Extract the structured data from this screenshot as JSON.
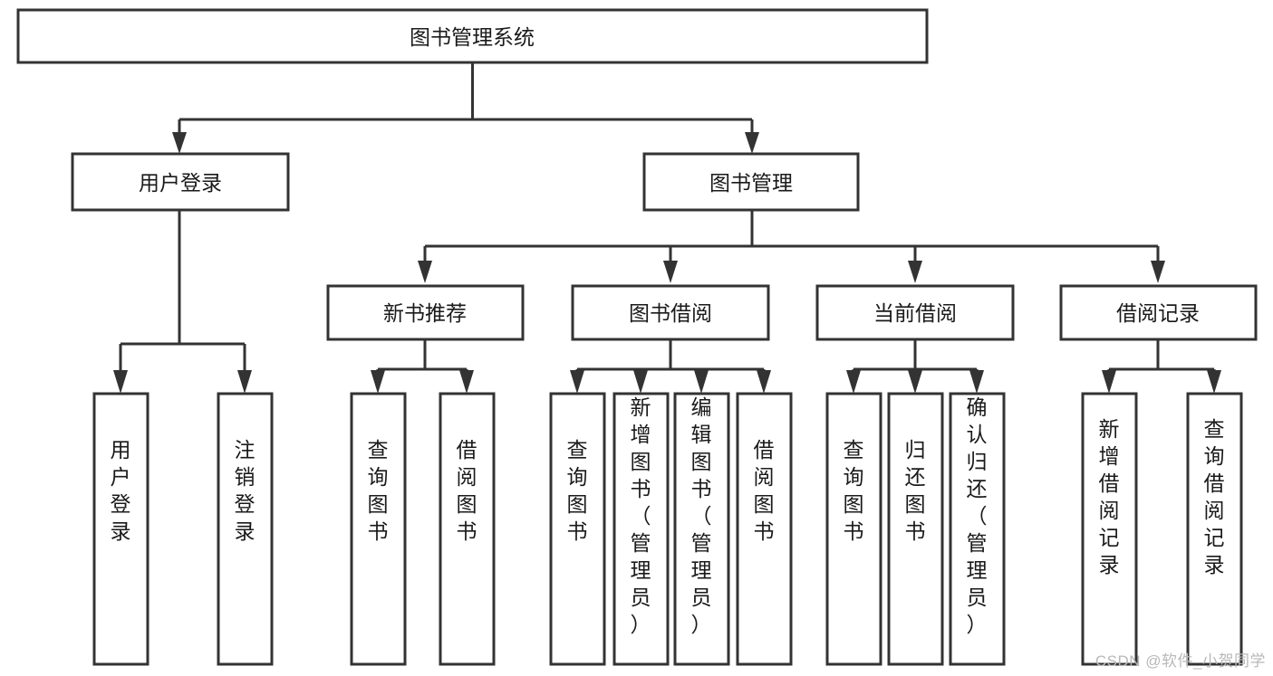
{
  "diagram": {
    "title": "图书管理系统",
    "type": "tree-hierarchy-chart",
    "root": {
      "id": "root",
      "label": "图书管理系统",
      "orientation": "horizontal"
    },
    "level2": [
      {
        "id": "user-login",
        "label": "用户登录",
        "orientation": "horizontal"
      },
      {
        "id": "book-management",
        "label": "图书管理",
        "orientation": "horizontal"
      }
    ],
    "level3": [
      {
        "id": "new-book-recommend",
        "label": "新书推荐",
        "orientation": "horizontal"
      },
      {
        "id": "book-borrow",
        "label": "图书借阅",
        "orientation": "horizontal"
      },
      {
        "id": "current-borrow",
        "label": "当前借阅",
        "orientation": "horizontal"
      },
      {
        "id": "borrow-record",
        "label": "借阅记录",
        "orientation": "horizontal"
      }
    ],
    "leaves": {
      "user-login": [
        {
          "id": "leaf-user-login",
          "label": "用户登录",
          "orientation": "vertical"
        },
        {
          "id": "leaf-logout",
          "label": "注销登录",
          "orientation": "vertical"
        }
      ],
      "new-book-recommend": [
        {
          "id": "leaf-query-book-1",
          "label": "查询图书",
          "orientation": "vertical"
        },
        {
          "id": "leaf-borrow-book-1",
          "label": "借阅图书",
          "orientation": "vertical"
        }
      ],
      "book-borrow": [
        {
          "id": "leaf-query-book-2",
          "label": "查询图书",
          "orientation": "vertical"
        },
        {
          "id": "leaf-add-book",
          "label": "新增图书（管理员）",
          "orientation": "vertical"
        },
        {
          "id": "leaf-edit-book",
          "label": "编辑图书（管理员）",
          "orientation": "vertical"
        },
        {
          "id": "leaf-borrow-book-2",
          "label": "借阅图书",
          "orientation": "vertical"
        }
      ],
      "current-borrow": [
        {
          "id": "leaf-query-book-3",
          "label": "查询图书",
          "orientation": "vertical"
        },
        {
          "id": "leaf-return-book",
          "label": "归还图书",
          "orientation": "vertical"
        },
        {
          "id": "leaf-confirm-return",
          "label": "确认归还（管理员）",
          "orientation": "vertical"
        }
      ],
      "borrow-record": [
        {
          "id": "leaf-add-record",
          "label": "新增借阅记录",
          "orientation": "vertical"
        },
        {
          "id": "leaf-query-record",
          "label": "查询借阅记录",
          "orientation": "vertical"
        }
      ]
    }
  },
  "watermark": {
    "text": "CSDN @软件_小贺同学"
  },
  "colors": {
    "box_stroke": "#333333",
    "box_fill": "#ffffff",
    "text": "#1a1a1a",
    "watermark": "#b8b8b8",
    "background": "#ffffff"
  }
}
